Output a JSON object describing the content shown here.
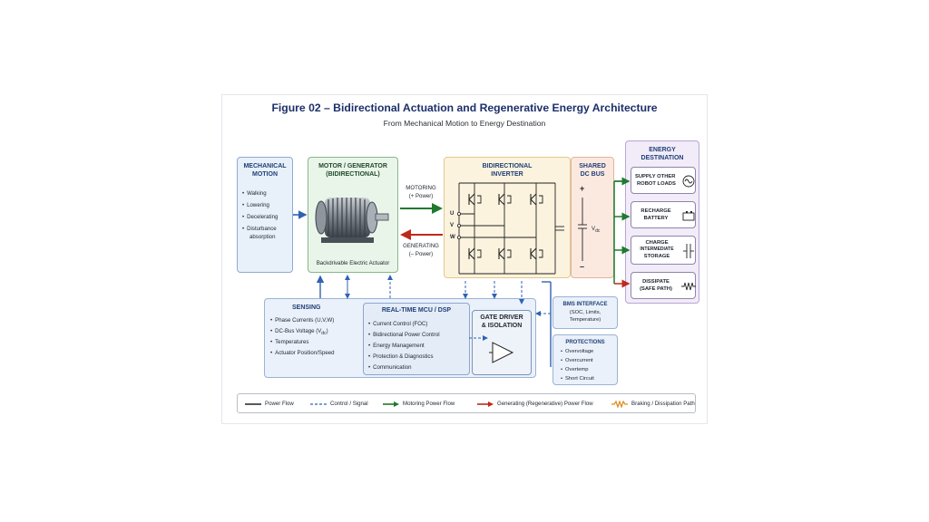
{
  "header": {
    "title": "Figure 02 – Bidirectional Actuation and Regenerative Energy Architecture",
    "subtitle": "From Mechanical Motion to Energy Destination"
  },
  "mechanical": {
    "title_line1": "MECHANICAL",
    "title_line2": "MOTION",
    "items": [
      "Walking",
      "Lowering",
      "Decelerating",
      "Disturbance",
      "absorption"
    ]
  },
  "motor": {
    "title_line1": "MOTOR / GENERATOR",
    "title_line2": "(BIDIRECTIONAL)",
    "caption": "Backdrivable Electric Actuator"
  },
  "flow": {
    "motoring_line1": "MOTORING",
    "motoring_line2": "(+ Power)",
    "generating_line1": "GENERATING",
    "generating_line2": "(– Power)"
  },
  "inverter": {
    "title_line1": "BIDIRECTIONAL",
    "title_line2": "INVERTER",
    "phases": [
      "U",
      "V",
      "W"
    ]
  },
  "dcbus": {
    "title_line1": "SHARED",
    "title_line2": "DC BUS",
    "plus": "+",
    "minus": "–",
    "vdc": "V",
    "vdc_sub": "dc"
  },
  "destination": {
    "title_line1": "ENERGY",
    "title_line2": "DESTINATION",
    "items": [
      {
        "line1": "SUPPLY OTHER",
        "line2": "ROBOT LOADS",
        "line3": ""
      },
      {
        "line1": "RECHARGE",
        "line2": "BATTERY",
        "line3": ""
      },
      {
        "line1": "CHARGE",
        "line2": "INTERMEDIATE",
        "line3": "STORAGE"
      },
      {
        "line1": "DISSIPATE",
        "line2": "(SAFE PATH)",
        "line3": ""
      }
    ]
  },
  "sensing": {
    "title": "SENSING",
    "items": [
      "Phase Currents (U,V,W)",
      "DC-Bus Voltage (V",
      "Temperatures",
      "Actuator Position/Speed"
    ],
    "vdc_sub": "dc",
    "vdc_close": ")"
  },
  "mcu": {
    "title": "REAL-TIME MCU / DSP",
    "items": [
      "Current Control (FOC)",
      "Bidirectional Power Control",
      "Energy Management",
      "Protection & Diagnostics",
      "Communication"
    ]
  },
  "gate": {
    "title_line1": "GATE DRIVER",
    "title_line2": "& ISOLATION"
  },
  "bms": {
    "title": "BMS INTERFACE",
    "line2": "(SOC, Limits,",
    "line3": "Temperature)"
  },
  "protections": {
    "title": "PROTECTIONS",
    "items": [
      "Overvoltage",
      "Overcurrent",
      "Overtemp",
      "Short Circuit"
    ]
  },
  "legend": {
    "power": "Power Flow",
    "control": "Control / Signal",
    "motoring": "Motoring Power Flow",
    "generating": "Generating (Regenerative) Power Flow",
    "braking": "Braking / Dissipation Path"
  },
  "colors": {
    "title_blue": "#1c2f6b",
    "motoring_green": "#1f7a2e",
    "generating_red": "#c0281c",
    "control_blue": "#2f62b4",
    "braking_orange": "#e08a1e"
  },
  "icons": {
    "motor": "electric-motor-icon",
    "supply": "ac-wave-icon",
    "battery": "battery-icon",
    "storage": "capacitor-icon",
    "dissipate": "resistor-icon",
    "gate": "amplifier-icon"
  }
}
